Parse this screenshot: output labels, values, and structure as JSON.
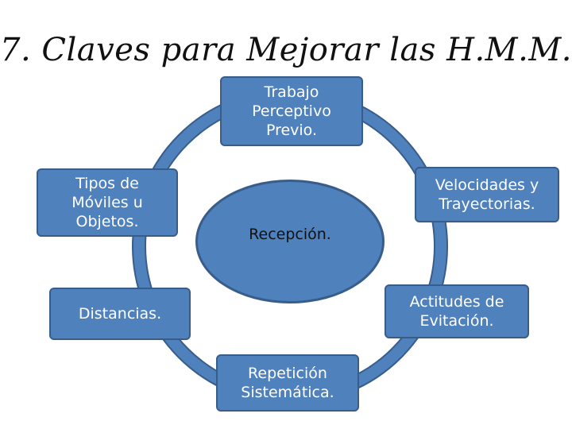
{
  "title": "7. Claves para Mejorar las H.M.M.",
  "center": "Recepción.",
  "items": {
    "top": "Trabajo\nPerceptivo\nPrevio.",
    "left_upper": "Tipos de\nMóviles u\nObjetos.",
    "right_upper": "Velocidades y\nTrayectorias.",
    "left_lower": "Distancias.",
    "right_lower": "Actitudes de\nEvitación.",
    "bottom": "Repetición\nSistemática."
  },
  "colors": {
    "fill": "#4f81bd",
    "stroke": "#385d8a",
    "ring": "#4f81bd"
  }
}
